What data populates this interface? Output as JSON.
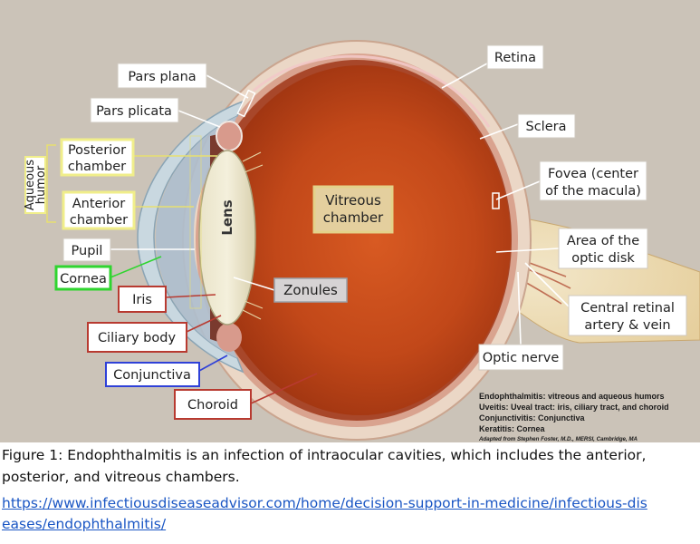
{
  "labels": {
    "pars_plana": "Pars plana",
    "pars_plicata": "Pars plicata",
    "posterior_chamber": [
      "Posterior",
      "chamber"
    ],
    "aqueous_humor": [
      "Aqueous",
      "humor"
    ],
    "anterior_chamber": [
      "Anterior",
      "chamber"
    ],
    "pupil": "Pupil",
    "cornea": "Cornea",
    "iris": "Iris",
    "ciliary_body": "Ciliary body",
    "conjunctiva": "Conjunctiva",
    "choroid": "Choroid",
    "lens": "Lens",
    "vitreous_chamber": [
      "Vitreous",
      "chamber"
    ],
    "zonules": "Zonules",
    "retina": "Retina",
    "sclera": "Sclera",
    "fovea": [
      "Fovea (center",
      "of the macula)"
    ],
    "optic_disk": [
      "Area of the",
      "optic disk"
    ],
    "central_retinal": [
      "Central retinal",
      "artery & vein"
    ],
    "optic_nerve": "Optic nerve"
  },
  "legend": {
    "line1": "Endophthalmitis:  vitreous and aqueous humors",
    "line2": "Uveitis: Uveal tract: iris, ciliary tract, and choroid",
    "line3": "Conjunctivitis: Conjunctiva",
    "line4": "Keratitis: Cornea",
    "credit": "Adapted from Stephen Foster, M.D., MERSI, Cambridge, MA"
  },
  "caption": {
    "text": "Figure 1: Endophthalmitis is an infection of intraocular cavities, which includes the anterior, posterior, and vitreous chambers.",
    "link_line1": "https://www.infectiousdiseaseadvisor.com/home/decision-support-in-medicine/infectious-dis",
    "link_line2": "eases/endophthalmitis/"
  },
  "colors": {
    "background": "#cbc3b8",
    "yellow_box": "#f0ee8a",
    "green_box": "#2fd52f",
    "red_box": "#b83a30",
    "blue_box": "#2f41d8",
    "gray_box": "#9aa0a8",
    "vitreous_box": "#e3d28a"
  }
}
